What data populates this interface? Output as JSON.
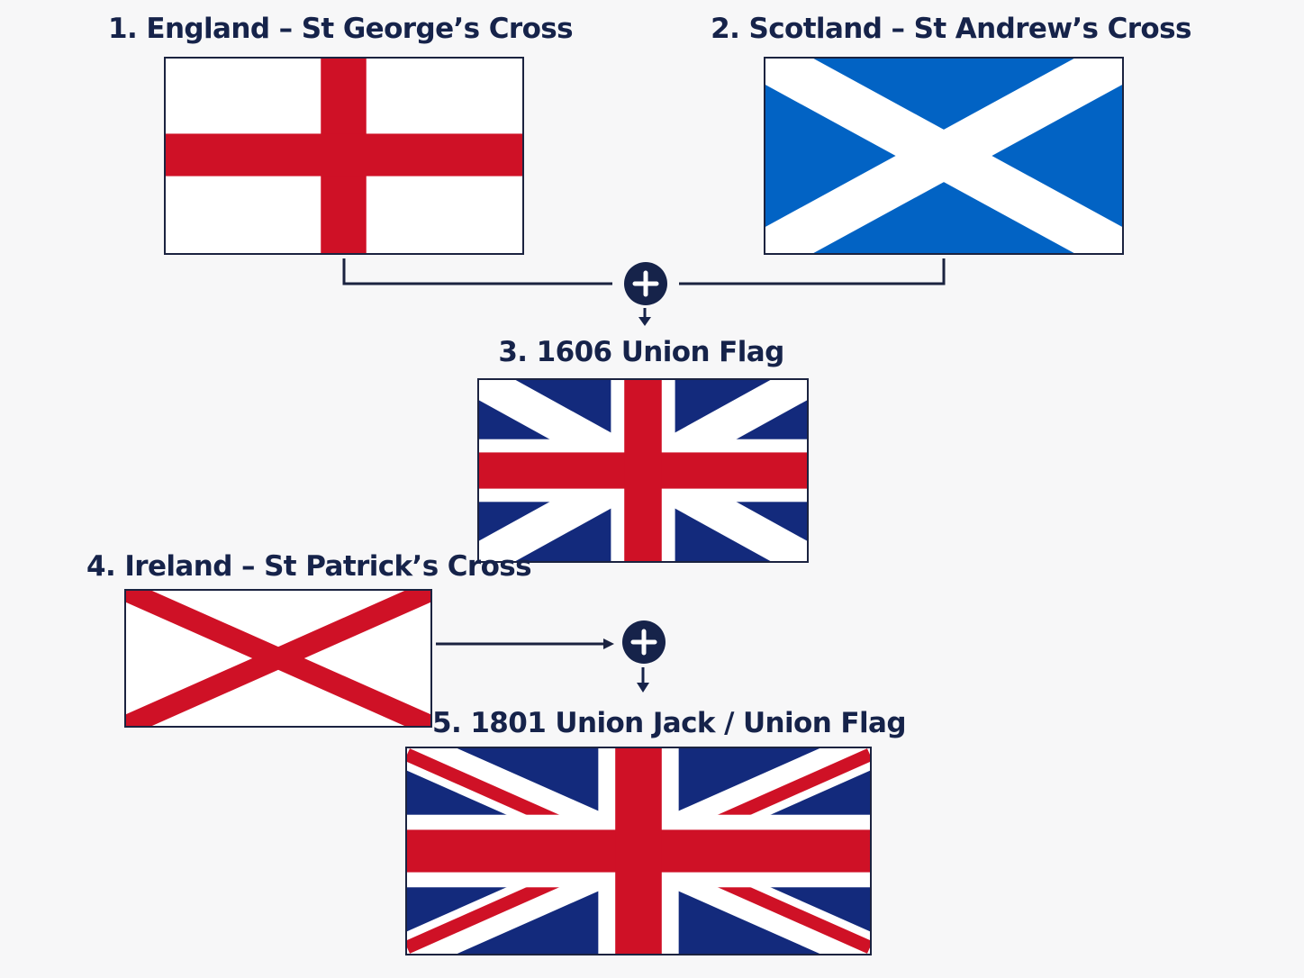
{
  "labels": {
    "england": "1. England – St George’s Cross",
    "scotland": "2. Scotland – St Andrew’s Cross",
    "union1606": "3. 1606 Union Flag",
    "ireland": "4. Ireland – St Patrick’s Cross",
    "union1801": "5. 1801 Union Jack / Union Flag"
  },
  "colors": {
    "red": "#cf1126",
    "white": "#ffffff",
    "saltire_blue": "#0263c4",
    "union_blue": "#132a7c",
    "ink": "#16234a",
    "background": "#f7f7f8"
  },
  "icons": {
    "combine": "plus-circle-icon",
    "flow": "down-arrow-icon"
  }
}
